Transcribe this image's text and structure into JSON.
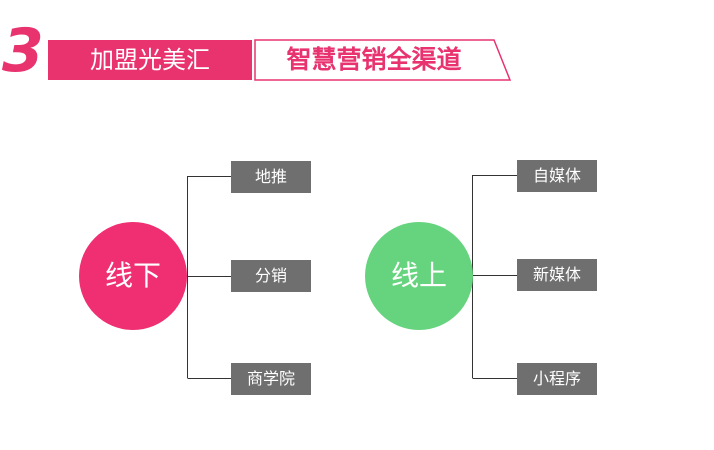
{
  "header": {
    "step_number": "3",
    "title_left": "加盟光美汇",
    "title_right": "智慧营销全渠道",
    "colors": {
      "accent": "#e8336f",
      "banner_fill": "#e8336f"
    }
  },
  "diagram": {
    "offline": {
      "label": "线下",
      "color": "#ef2f72",
      "branches": [
        "地推",
        "分销",
        "商学院"
      ]
    },
    "online": {
      "label": "线上",
      "color": "#66d47e",
      "branches": [
        "自媒体",
        "新媒体",
        "小程序"
      ]
    },
    "branch_box_color": "#6f6f6f"
  }
}
